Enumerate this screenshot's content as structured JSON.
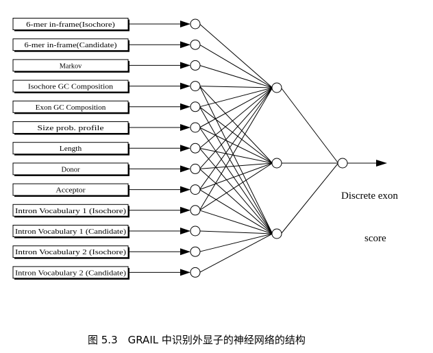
{
  "diagram": {
    "inputs": [
      "6-mer in-frame(Isochore)",
      "6-mer in-frame(Candidate)",
      "Markov",
      "Isochore GC Composition",
      "Exon GC Composition",
      "Size prob. profile",
      "Length",
      "Donor",
      "Acceptor",
      "Intron Vocabulary 1 (Isochore)",
      "Intron Vocabulary 1 (Candidate)",
      "Intron Vocabulary 2 (Isochore)",
      "Intron Vocabulary 2 (Candidate)"
    ],
    "output_label_line1": "Discrete exon",
    "output_label_line2": "score",
    "caption": "图 5.3　GRAIL 中识别外显子的神经网络的结构"
  }
}
